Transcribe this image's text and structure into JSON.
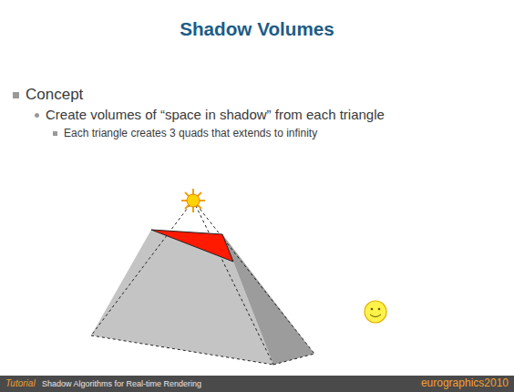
{
  "diagram": {
    "title": "Shadow Volumes",
    "labels": [
      "Concept",
      "Create volumes of “space in shadow” from each triangle",
      "Each triangle creates 3 quads that extends to infinity",
      "Tutorial",
      "Shadow Algorithms for Real-time Rendering",
      "eurographics2010"
    ]
  }
}
